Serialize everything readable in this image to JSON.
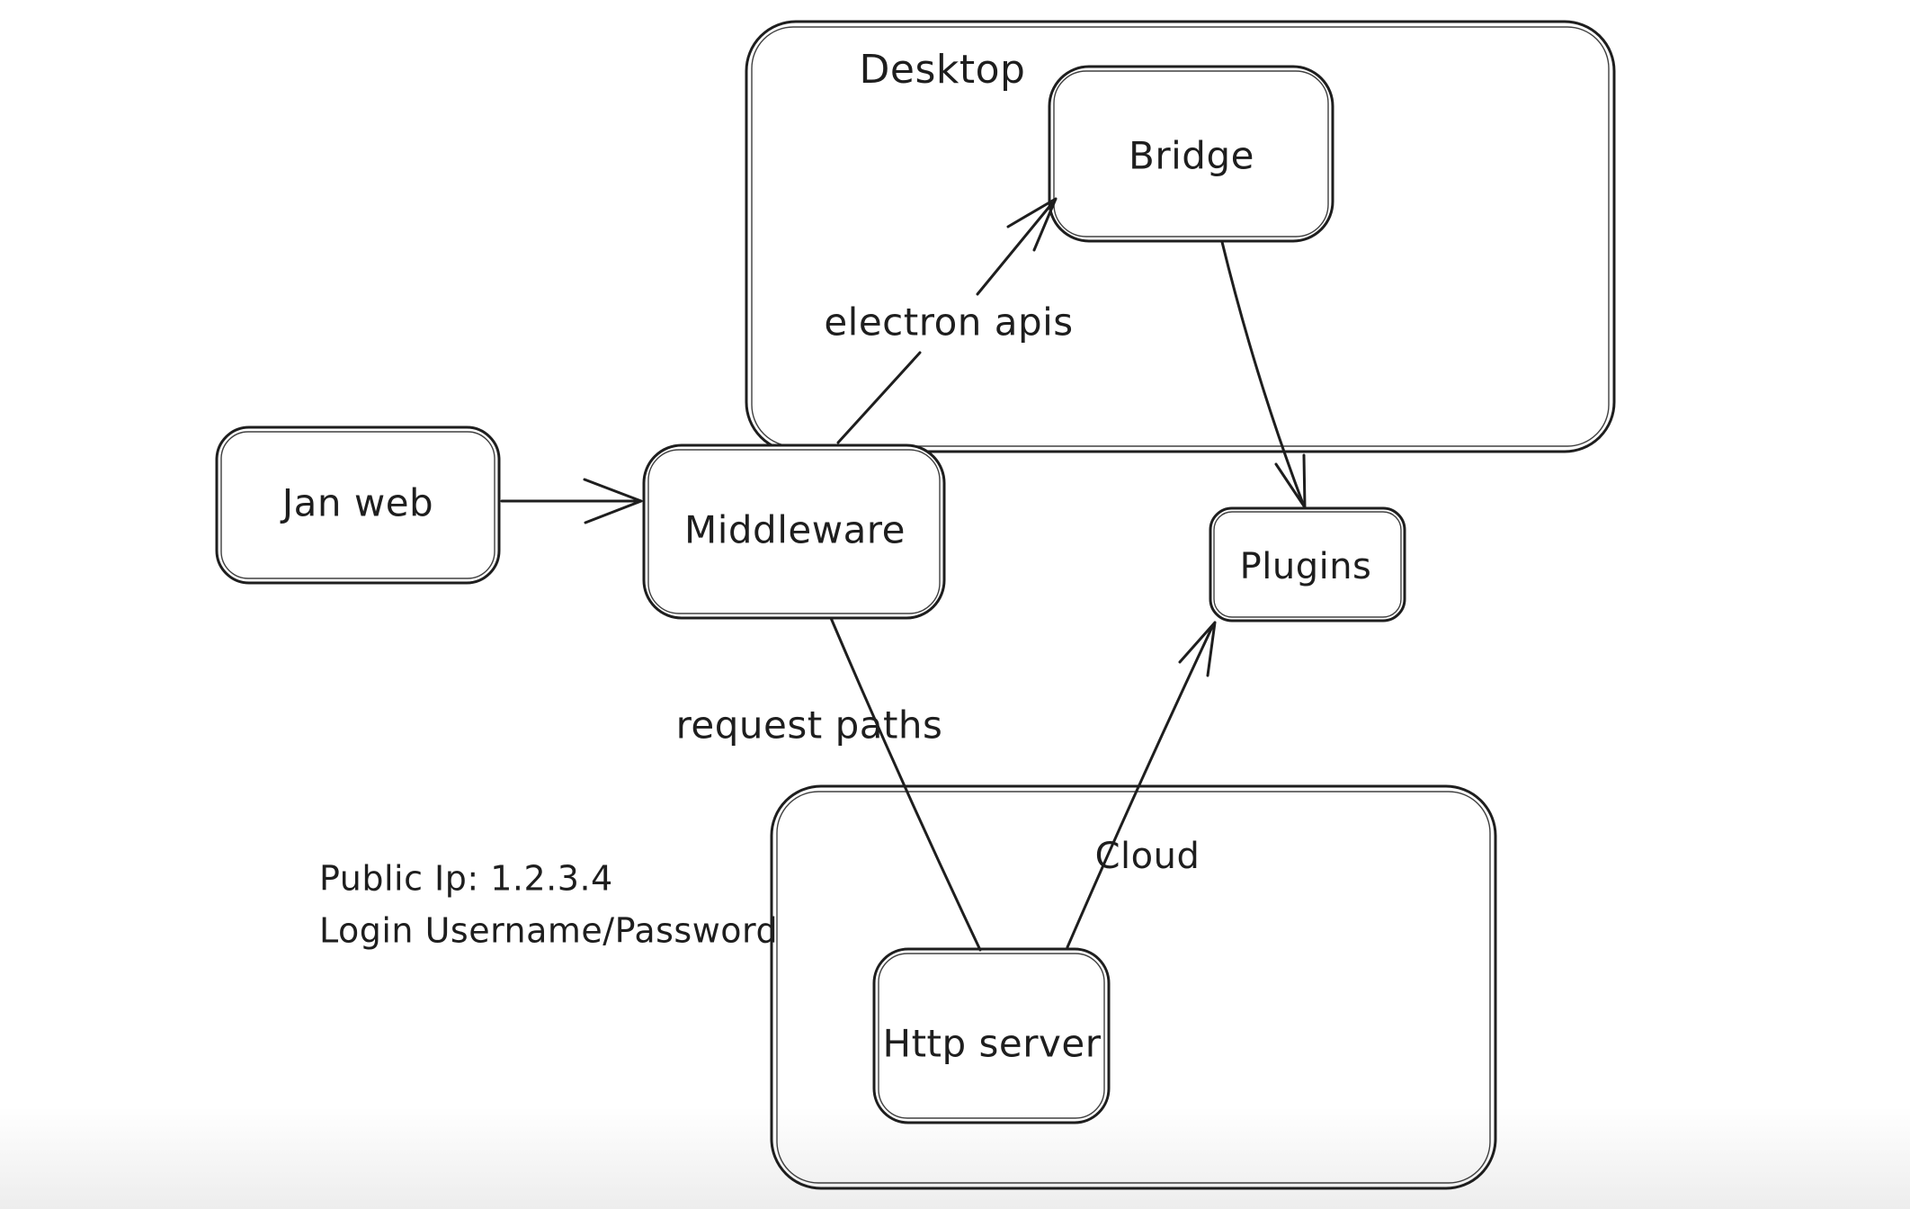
{
  "colors": {
    "background": "#ffffff",
    "stroke": "#1e1e1e"
  },
  "containers": {
    "desktop": {
      "label": "Desktop"
    },
    "cloud": {
      "label": "Cloud"
    }
  },
  "nodes": {
    "jan_web": {
      "label": "Jan web"
    },
    "middleware": {
      "label": "Middleware"
    },
    "bridge": {
      "label": "Bridge"
    },
    "plugins": {
      "label": "Plugins"
    },
    "http_server": {
      "label": "Http server"
    }
  },
  "edges": [
    {
      "id": "jan-web-to-middleware",
      "from": "Jan web",
      "to": "Middleware",
      "label": "",
      "arrowhead": true
    },
    {
      "id": "middleware-to-bridge",
      "from": "Middleware",
      "to": "Bridge",
      "label": "electron apis",
      "arrowhead": true
    },
    {
      "id": "bridge-to-plugins",
      "from": "Bridge",
      "to": "Plugins",
      "label": "",
      "arrowhead": true
    },
    {
      "id": "middleware-to-http-server",
      "from": "Middleware",
      "to": "Http server",
      "label": "request paths",
      "arrowhead": false
    },
    {
      "id": "http-server-to-plugins",
      "from": "Http server",
      "to": "Plugins",
      "label": "",
      "arrowhead": true
    }
  ],
  "notes": {
    "public_ip": {
      "label": "Public Ip: 1.2.3.4"
    },
    "login": {
      "label": "Login Username/Password"
    }
  }
}
